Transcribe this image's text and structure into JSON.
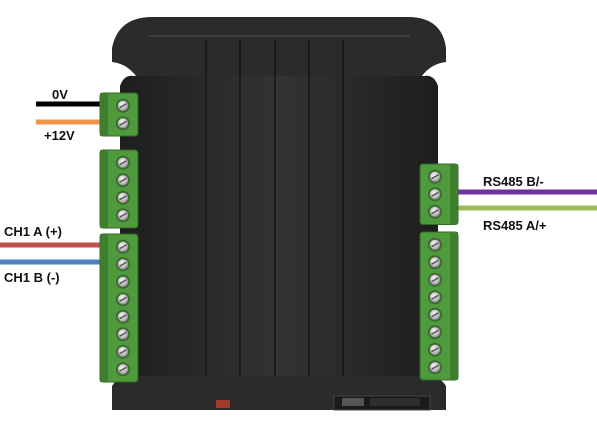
{
  "wiring": {
    "power": {
      "zero_v": "0V",
      "plus_12v": "+12V"
    },
    "channel": {
      "ch1_a": "CH1 A (+)",
      "ch1_b": "CH1 B (-)"
    },
    "rs485": {
      "b_minus": "RS485 B/-",
      "a_plus": "RS485 A/+"
    }
  },
  "colors": {
    "wire_0v": "#000000",
    "wire_12v": "#f0944a",
    "wire_ch1_a": "#c0504d",
    "wire_ch1_b": "#4f81bd",
    "wire_rs485_b": "#7030a0",
    "wire_rs485_a": "#9bbb59",
    "housing": "#2b2b2b",
    "terminal_green": "#4f9a3c"
  }
}
